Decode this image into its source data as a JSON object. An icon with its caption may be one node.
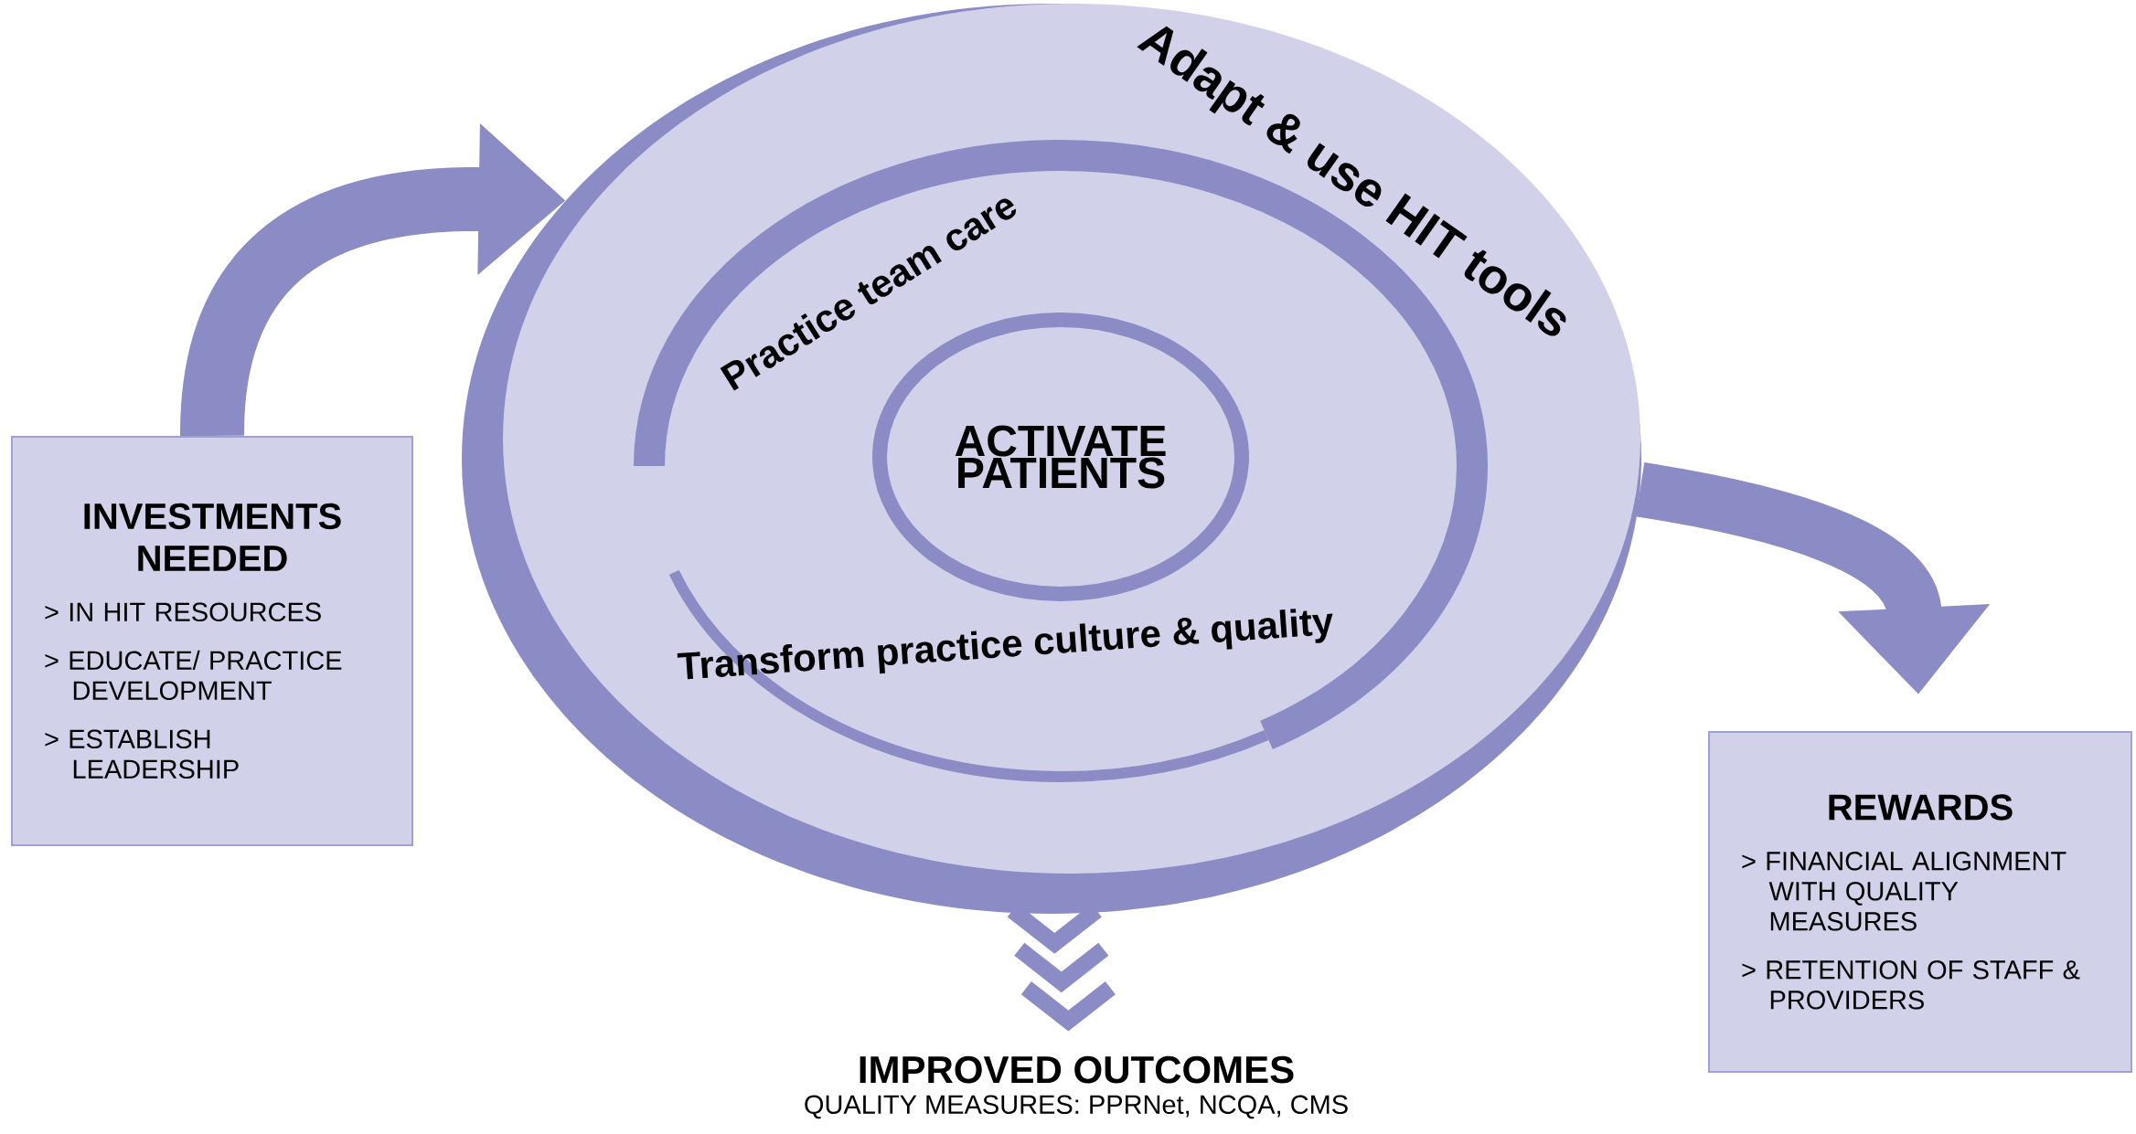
{
  "diagram": {
    "nodes": [
      {
        "text": [
          "Adapt & use HIT tools",
          "Practice team care",
          "Transform practice culture & quality"
        ]
      },
      {
        "text": [
          "ACTIVATE PATIENTS"
        ],
        "in": 0
      },
      {
        "text": [
          "INVESTMENTS NEEDED",
          "> IN HIT RESOURCES",
          "> EDUCATE/ PRACTICE DEVELOPMENT",
          "> ESTABLISH LEADERSHIP"
        ]
      },
      {
        "text": [
          "REWARDS",
          "> FINANCIAL ALIGNMENT WITH QUALITY MEASURES",
          "> RETENTION OF STAFF & PROVIDERS"
        ]
      },
      {
        "text": [
          "IMPROVED OUTCOMES",
          "QUALITY MEASURES: PPRNet, NCQA, CMS"
        ]
      }
    ],
    "edges": [
      {
        "from": 2,
        "to": 0,
        "arrow": "to"
      },
      {
        "from": 0,
        "to": 3,
        "arrow": "to"
      },
      {
        "from": 0,
        "to": 4,
        "arrow": "to"
      }
    ]
  }
}
